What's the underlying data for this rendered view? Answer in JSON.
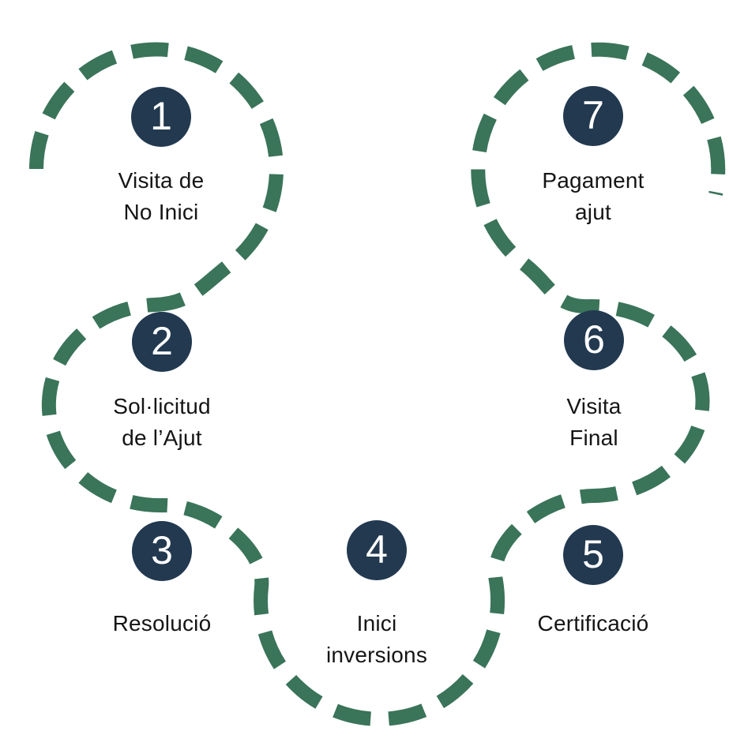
{
  "diagram": {
    "type": "process-flow",
    "language": "ca",
    "steps": [
      {
        "number": "1",
        "line1": "Visita de",
        "line2": "No Inici"
      },
      {
        "number": "2",
        "line1": "Sol·licitud",
        "line2": "de l’Ajut"
      },
      {
        "number": "3",
        "line1": "Resolució",
        "line2": ""
      },
      {
        "number": "4",
        "line1": "Inici",
        "line2": "inversions"
      },
      {
        "number": "5",
        "line1": "Certificació",
        "line2": ""
      },
      {
        "number": "6",
        "line1": "Visita",
        "line2": "Final"
      },
      {
        "number": "7",
        "line1": "Pagament",
        "line2": "ajut"
      }
    ],
    "colors": {
      "path_green": "#3A7459",
      "badge_navy": "#223950",
      "label_text": "#151515",
      "number_text": "#FFFFFF",
      "background": "#FFFFFF"
    }
  }
}
